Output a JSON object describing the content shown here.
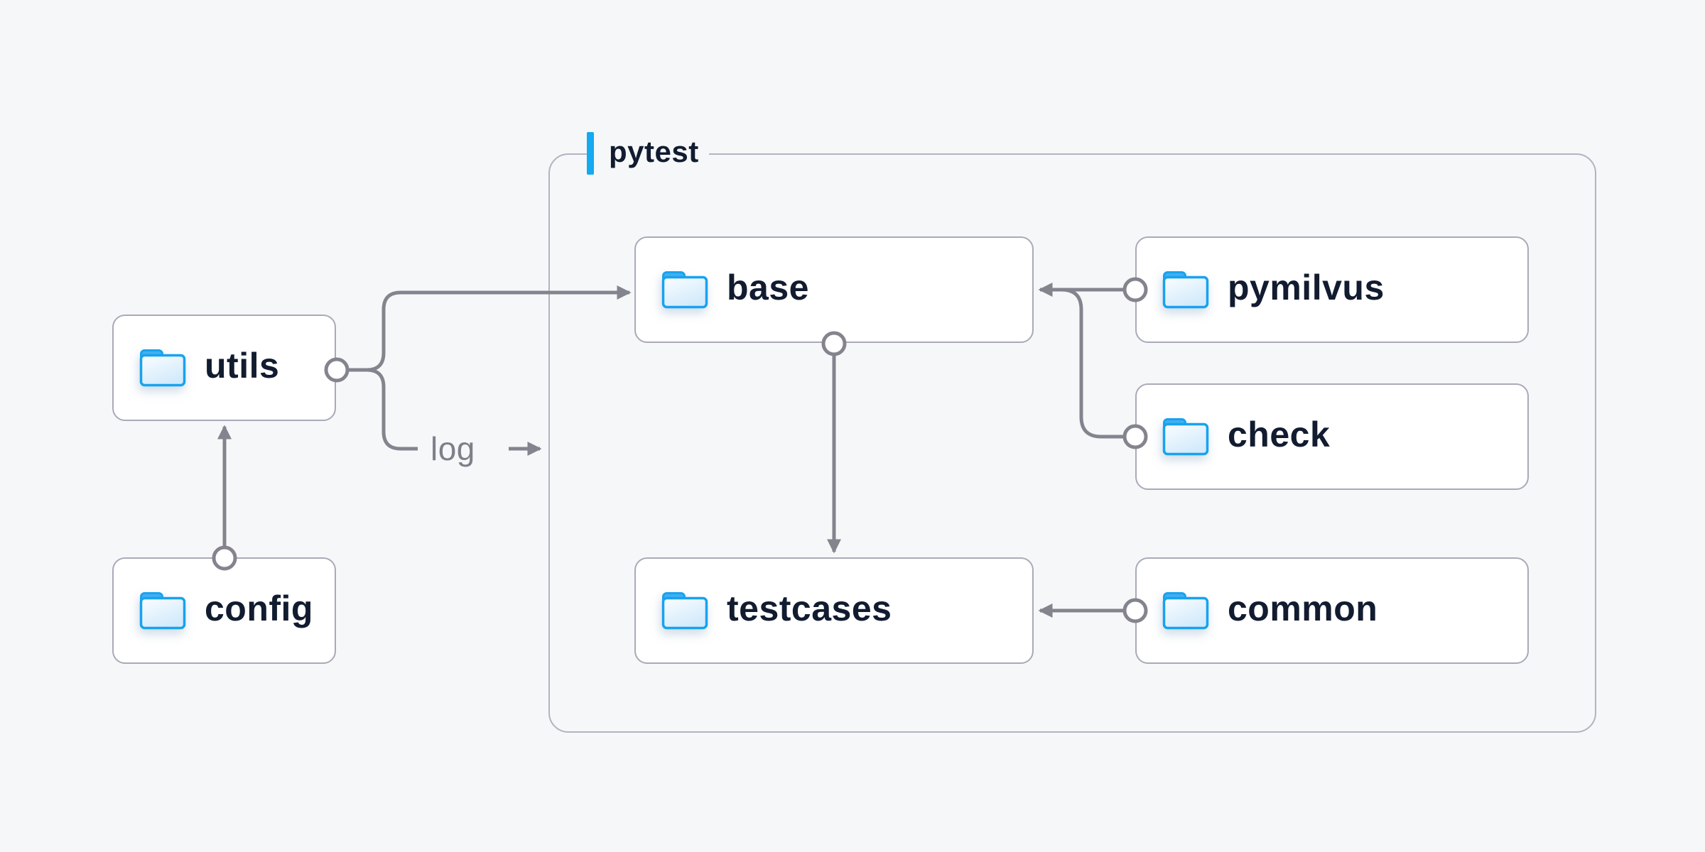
{
  "container": {
    "label": "pytest"
  },
  "nodes": [
    {
      "id": "utils",
      "label": "utils"
    },
    {
      "id": "config",
      "label": "config"
    },
    {
      "id": "base",
      "label": "base"
    },
    {
      "id": "pymilvus",
      "label": "pymilvus"
    },
    {
      "id": "check",
      "label": "check"
    },
    {
      "id": "testcases",
      "label": "testcases"
    },
    {
      "id": "common",
      "label": "common"
    }
  ],
  "edges": [
    {
      "from": "config",
      "to": "utils",
      "label": ""
    },
    {
      "from": "utils",
      "to": "base",
      "label": ""
    },
    {
      "from": "utils",
      "to": "pytest-container",
      "label": "log"
    },
    {
      "from": "pymilvus",
      "to": "base",
      "label": ""
    },
    {
      "from": "check",
      "to": "base",
      "label": ""
    },
    {
      "from": "base",
      "to": "testcases",
      "label": ""
    },
    {
      "from": "common",
      "to": "testcases",
      "label": ""
    }
  ],
  "icons": [
    {
      "name": "folder-icon",
      "meaning": "directory/folder"
    }
  ],
  "colors": {
    "page_bg": "#f6f7f8",
    "accent": "#14a9f1",
    "container_border": "#b2b4c2",
    "node_border": "#a9aab8",
    "node_bg": "#ffffff",
    "text": "#121c30",
    "connector": "#84848e",
    "log_label": "#7f7f8a",
    "folder_blue": "#18a2f0",
    "folder_tab": "#41afef"
  }
}
